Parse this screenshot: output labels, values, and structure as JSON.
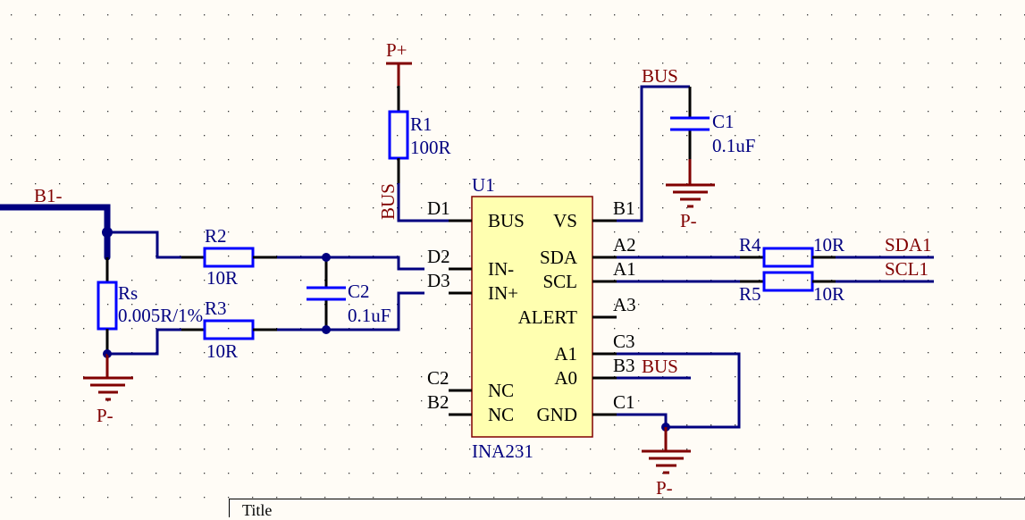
{
  "schematic": {
    "power_ports": {
      "p_plus": "P+",
      "p_minus": "P-"
    },
    "net_labels": {
      "b1_minus": "B1-",
      "bus": "BUS",
      "sda1": "SDA1",
      "scl1": "SCL1"
    },
    "components": {
      "r1": {
        "designator": "R1",
        "value": "100R"
      },
      "r2": {
        "designator": "R2",
        "value": "10R"
      },
      "r3": {
        "designator": "R3",
        "value": "10R"
      },
      "r4": {
        "designator": "R4",
        "value": "10R"
      },
      "r5": {
        "designator": "R5",
        "value": "10R"
      },
      "rs": {
        "designator": "Rs",
        "value": "0.005R/1%"
      },
      "c1": {
        "designator": "C1",
        "value": "0.1uF"
      },
      "c2": {
        "designator": "C2",
        "value": "0.1uF"
      },
      "u1": {
        "designator": "U1",
        "part": "INA231",
        "left_pins": [
          {
            "num": "D1",
            "name": "BUS"
          },
          {
            "num": "D2",
            "name": "IN-"
          },
          {
            "num": "D3",
            "name": "IN+"
          },
          {
            "num": "C2",
            "name": "NC"
          },
          {
            "num": "B2",
            "name": "NC"
          }
        ],
        "right_pins": [
          {
            "num": "B1",
            "name": "VS"
          },
          {
            "num": "A2",
            "name": "SDA"
          },
          {
            "num": "A1",
            "name": "SCL"
          },
          {
            "num": "A3",
            "name": "ALERT"
          },
          {
            "num": "C3",
            "name": "A1"
          },
          {
            "num": "B3",
            "name": "A0"
          },
          {
            "num": "C1",
            "name": "GND"
          }
        ]
      }
    },
    "title_block": {
      "title_label": "Title"
    }
  },
  "colors": {
    "background": "#fffcf6",
    "wire": "#000080",
    "component_outline": "#0000ff",
    "net_label": "#800000",
    "ic_fill": "#ffffb0"
  }
}
